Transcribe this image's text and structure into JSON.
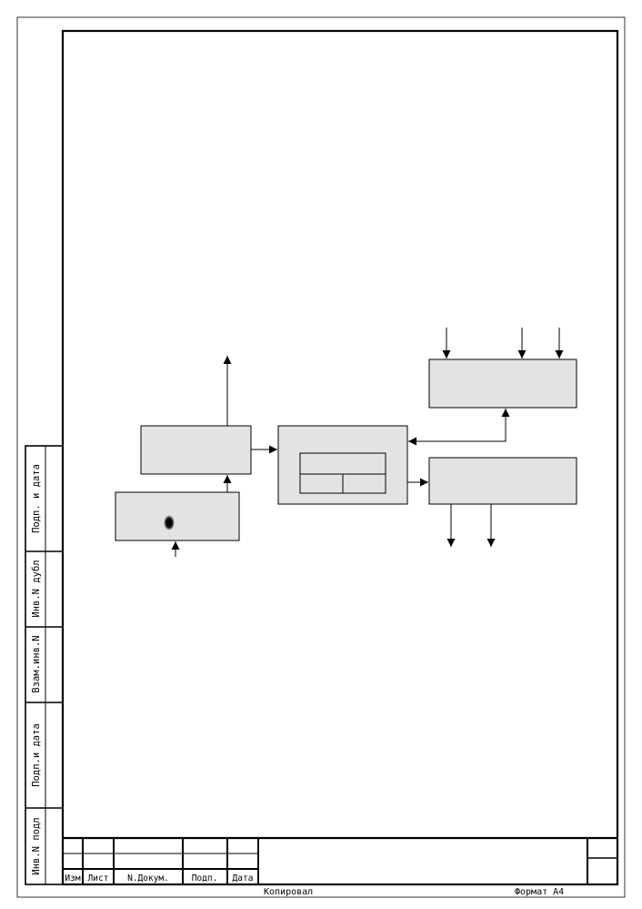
{
  "side_stamp": {
    "cells": [
      "Подп. и дата",
      "Инв.N дубл",
      "Взам.инв.N",
      "Подп.и дата",
      "Инв.N подл"
    ]
  },
  "title_block": {
    "headers": [
      "Изм",
      "Лист",
      "N.Докум.",
      "Подп.",
      "Дата"
    ]
  },
  "footer": {
    "copied": "Копировал",
    "format": "Формат А4"
  },
  "diagram": {
    "fill_color": "#e3e3e3",
    "line_color": "#000000"
  }
}
